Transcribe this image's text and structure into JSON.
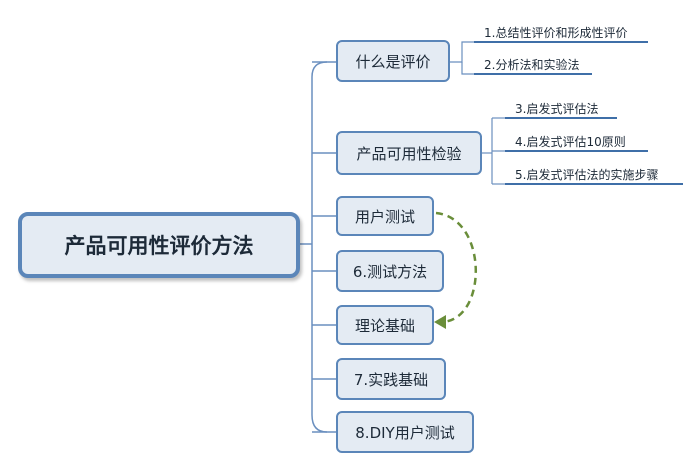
{
  "root": {
    "label": "产品可用性评价方法"
  },
  "branches": [
    {
      "label": "什么是评价",
      "children": [
        "1.总结性评价和形成性评价",
        "2.分析法和实验法"
      ]
    },
    {
      "label": "产品可用性检验",
      "children": [
        "3.启发式评估法",
        "4.启发式评估10原则",
        "5.启发式评估法的实施步骤"
      ]
    },
    {
      "label": "用户测试",
      "children": []
    },
    {
      "label": "6.测试方法",
      "children": []
    },
    {
      "label": "理论基础",
      "children": []
    },
    {
      "label": "7.实践基础",
      "children": []
    },
    {
      "label": "8.DIY用户测试",
      "children": []
    }
  ],
  "relationship": {
    "from": "用户测试",
    "to": "理论基础",
    "style": "dashed-arrow"
  },
  "colors": {
    "node_fill": "#e4ebf3",
    "node_border": "#5b86b9",
    "connector": "#6a8fbf",
    "relationship": "#6a8e3a"
  }
}
